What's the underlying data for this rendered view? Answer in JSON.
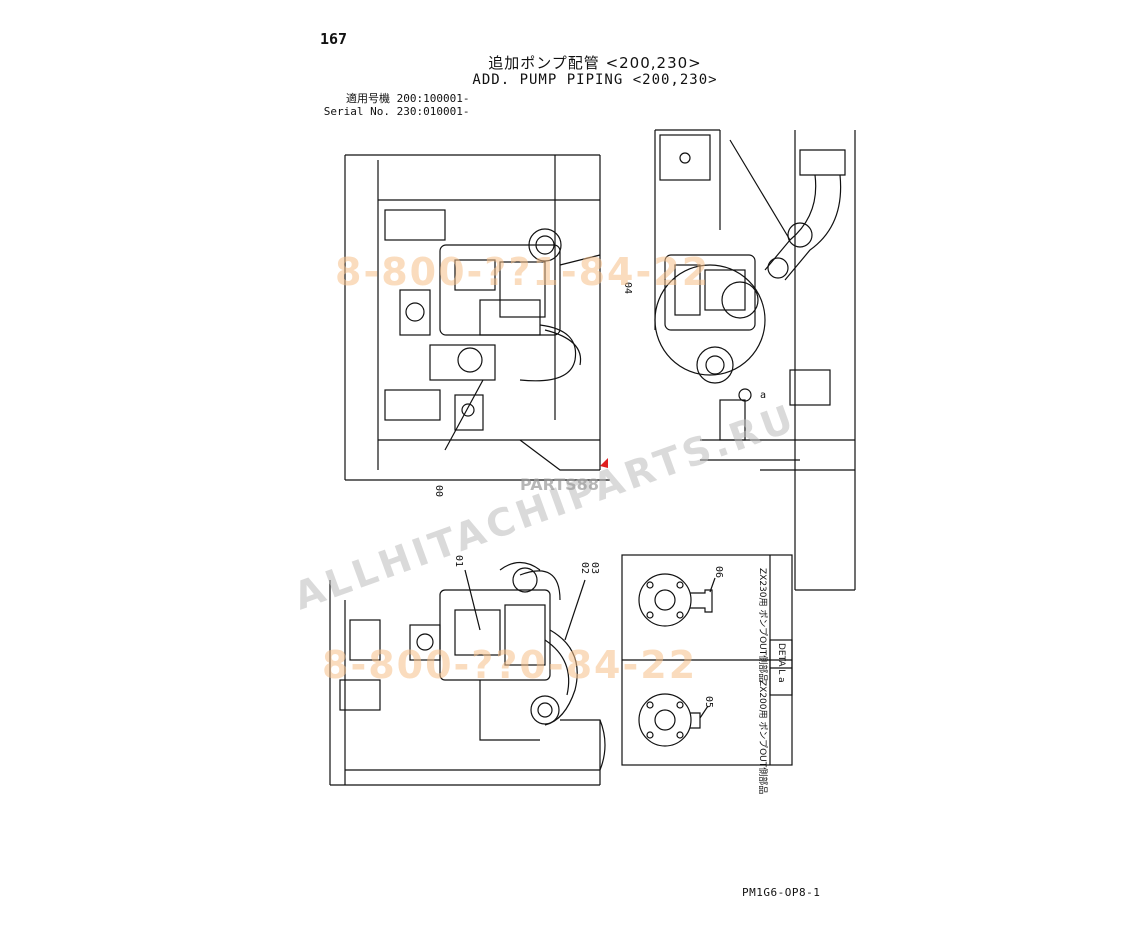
{
  "page": {
    "number": "167",
    "title_jp": "追加ポンプ配管 <200,230>",
    "title_en": "ADD. PUMP PIPING <200,230>",
    "serial": [
      {
        "label": "適用号機",
        "value": "200:100001-"
      },
      {
        "label": "Serial No.",
        "value": "230:010001-"
      }
    ],
    "drawing_code": "PM1G6-OP8-1"
  },
  "callouts": {
    "c00": "00",
    "c01": "01",
    "c02": "02",
    "c03": "03",
    "c04": "04",
    "c05": "05",
    "c06": "06"
  },
  "detail": {
    "label": "DETAIL a",
    "letter": "a",
    "zx230_note": "ZX230用 ポンプOUT側部品",
    "zx200_note": "ZX200用 ポンプOUT側部品",
    "marker": "a"
  },
  "watermarks": {
    "phone_top": "8-800-??1-84-22",
    "phone_bottom": "8-800-??0-84-22",
    "brand": "ALLHITACHIPARTS.RU",
    "logo": "PARTS88"
  },
  "colors": {
    "line": "#111111",
    "watermark_phone": "#f6c08a",
    "watermark_brand": "#bdbdbd",
    "marker_red": "#e02020"
  }
}
